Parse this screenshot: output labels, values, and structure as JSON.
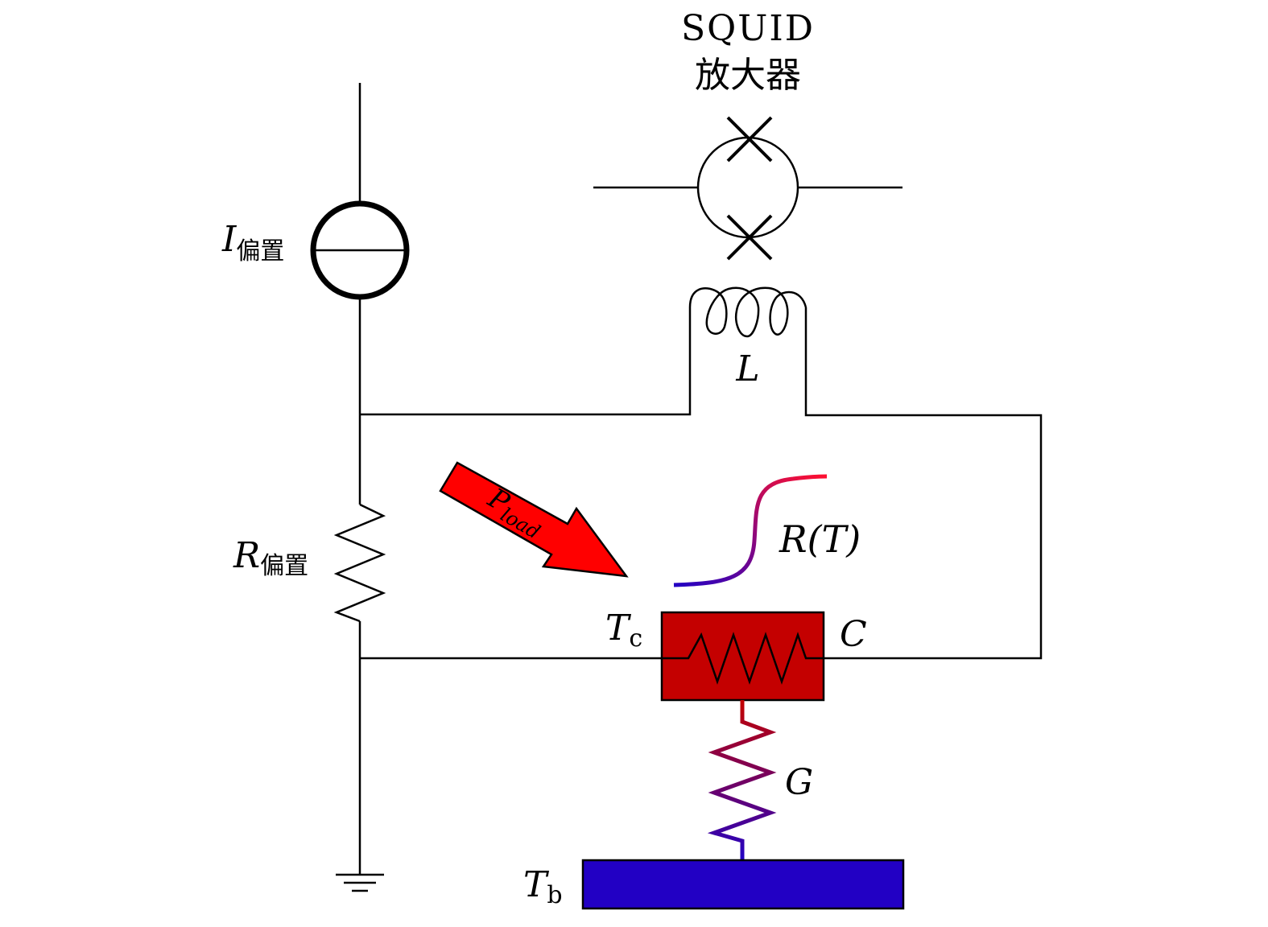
{
  "squid": {
    "line1": "SQUID",
    "line2": "放大器"
  },
  "bias_current": {
    "symbol": "I",
    "subscript": "偏置"
  },
  "bias_resistor": {
    "symbol": "R",
    "subscript": "偏置"
  },
  "inductor": {
    "symbol": "L"
  },
  "load_power": {
    "symbol": "P",
    "subscript": "load"
  },
  "resistance_curve": {
    "label": "R(T)"
  },
  "tes": {
    "temp_symbol": "T",
    "temp_subscript": "c",
    "capacity_symbol": "C"
  },
  "thermal_link": {
    "symbol": "G"
  },
  "bath": {
    "symbol": "T",
    "subscript": "b"
  },
  "colors": {
    "tes_body": "#c40000",
    "bath": "#2200c4",
    "arrow": "#ff0000",
    "gradient_hot": "#c40000",
    "gradient_cold": "#2200c4",
    "curve_cold": "#2200c4",
    "curve_hot": "#ff1030"
  }
}
